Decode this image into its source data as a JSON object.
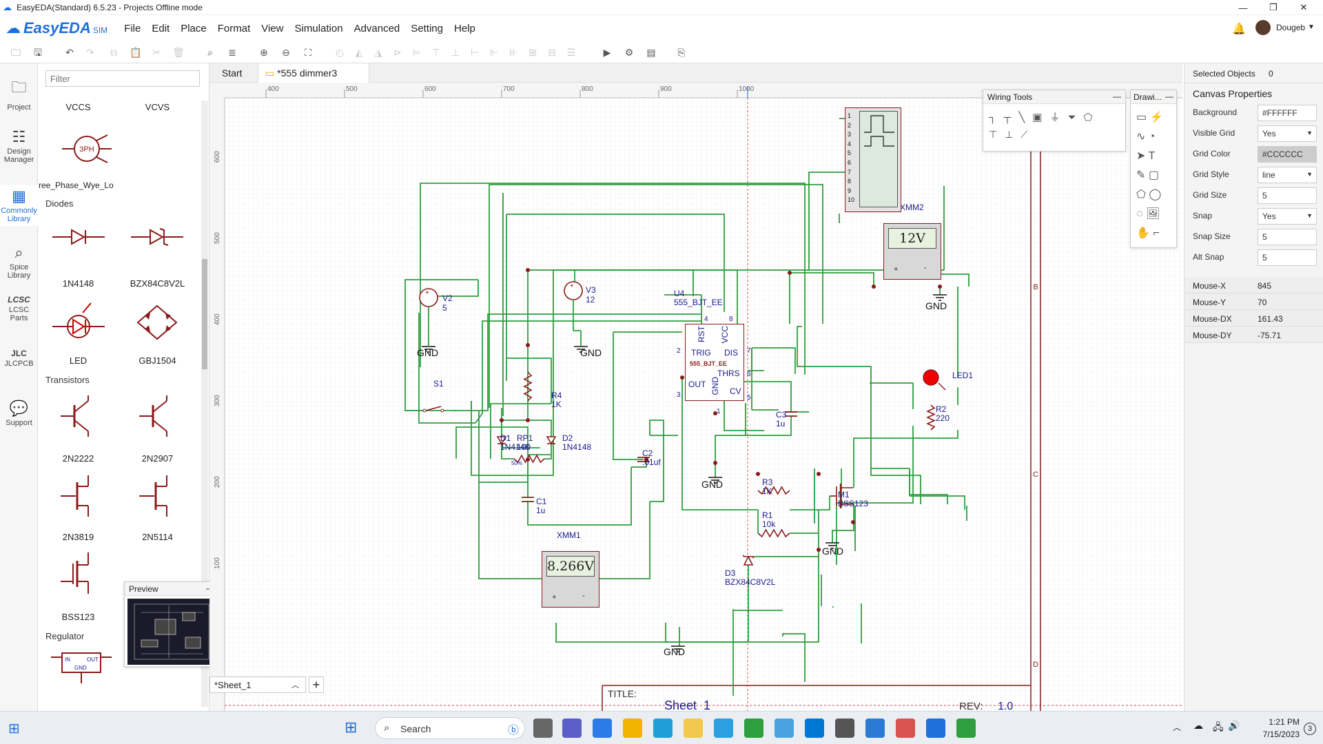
{
  "window": {
    "title": "EasyEDA(Standard) 6.5.23 - Projects Offline mode"
  },
  "app": {
    "logo": "EasyEDA",
    "logo_sub": "SIM"
  },
  "menu": [
    "File",
    "Edit",
    "Place",
    "Format",
    "View",
    "Simulation",
    "Advanced",
    "Setting",
    "Help"
  ],
  "user": {
    "name": "Dougeb"
  },
  "leftrail": [
    {
      "label": "Project",
      "icon": "folder-icon"
    },
    {
      "label": "Design Manager",
      "icon": "list-icon"
    },
    {
      "label": "Commonly Library",
      "icon": "library-icon"
    },
    {
      "label": "Spice Library",
      "icon": "search-icon"
    },
    {
      "label": "LCSC Parts",
      "icon": "lcsc-icon"
    },
    {
      "label": "JLCPCB",
      "icon": "jlc-icon"
    },
    {
      "label": "Support",
      "icon": "support-icon"
    }
  ],
  "library": {
    "filter_placeholder": "Filter",
    "top_labels": [
      "VCCS",
      "VCVS"
    ],
    "threephase_label": "ree_Phase_Wye_Lo",
    "sections": {
      "diodes": "Diodes",
      "transistors": "Transistors",
      "regulator": "Regulator"
    },
    "diodes": [
      "1N4148",
      "BZX84C8V2L",
      "LED",
      "GBJ1504"
    ],
    "transistors": [
      "2N2222",
      "2N2907",
      "2N3819",
      "2N5114",
      "BSS123"
    ],
    "preview_title": "Preview"
  },
  "tabs": {
    "start": "Start",
    "doc": "*555 dimmer3",
    "sheet": "*Sheet_1"
  },
  "ruler": {
    "top": [
      "400",
      "500",
      "600",
      "700",
      "800",
      "900",
      "1000"
    ],
    "left": [
      "600",
      "500",
      "400",
      "300",
      "200",
      "100"
    ]
  },
  "wiring_tools": {
    "title": "Wiring Tools"
  },
  "drawing_tools": {
    "title": "Drawi..."
  },
  "schematic": {
    "v2": {
      "name": "V2",
      "value": "5"
    },
    "v3": {
      "name": "V3",
      "value": "12"
    },
    "s1": "S1",
    "gnd": "GND",
    "u4": {
      "name": "U4",
      "part": "555_BJT_EE",
      "pins": {
        "rst": "RST",
        "vcc": "VCC",
        "trig": "TRIG",
        "dis": "DIS",
        "thrs": "THRS",
        "out": "OUT",
        "gnd": "GND",
        "cv": "CV"
      },
      "nums": [
        "4",
        "8",
        "2",
        "7",
        "6",
        "3",
        "1",
        "5"
      ]
    },
    "r4": {
      "name": "R4",
      "value": "1K"
    },
    "d1": {
      "name": "D1",
      "value": "1N4148"
    },
    "rp1": {
      "name": "RP1",
      "value": "100",
      "pct": "50%"
    },
    "d2": {
      "name": "D2",
      "value": "1N4148"
    },
    "c1": {
      "name": "C1",
      "value": "1u"
    },
    "c2": {
      "name": "C2",
      "value": ".01uf"
    },
    "c3": {
      "name": "C3",
      "value": "1u"
    },
    "r3": {
      "name": "R3",
      "value": "1K"
    },
    "r1": {
      "name": "R1",
      "value": "10k"
    },
    "m1": {
      "name": "M1",
      "value": "BSS123"
    },
    "d3": {
      "name": "D3",
      "value": "BZX84C8V2L"
    },
    "r2": {
      "name": "R2",
      "value": "220"
    },
    "led1": "LED1",
    "xmm1": {
      "name": "XMM1",
      "reading": "8.266V"
    },
    "xmm2": {
      "name": "XMM2",
      "reading": "12V",
      "pins": [
        "1",
        "2",
        "3",
        "4",
        "5",
        "6",
        "7",
        "8",
        "9",
        "10"
      ]
    },
    "frame_rows": [
      "B",
      "C",
      "D"
    ],
    "title_label": "TITLE:",
    "title_value": "Sheet_1",
    "rev_label": "REV:",
    "rev_value": "1.0"
  },
  "selected": {
    "label": "Selected Objects",
    "count": "0"
  },
  "canvas_props": {
    "title": "Canvas Properties",
    "rows": [
      {
        "label": "Background",
        "value": "#FFFFFF"
      },
      {
        "label": "Visible Grid",
        "value": "Yes"
      },
      {
        "label": "Grid Color",
        "value": "#CCCCCC"
      },
      {
        "label": "Grid Style",
        "value": "line"
      },
      {
        "label": "Grid Size",
        "value": "5"
      },
      {
        "label": "Snap",
        "value": "Yes"
      },
      {
        "label": "Snap Size",
        "value": "5"
      },
      {
        "label": "Alt Snap",
        "value": "5"
      }
    ],
    "mouse": [
      {
        "label": "Mouse-X",
        "value": "845"
      },
      {
        "label": "Mouse-Y",
        "value": "70"
      },
      {
        "label": "Mouse-DX",
        "value": "161.43"
      },
      {
        "label": "Mouse-DY",
        "value": "-75.71"
      }
    ]
  },
  "taskbar": {
    "search": "Search",
    "time": "1:21 PM",
    "date": "7/15/2023",
    "badge": "3"
  },
  "colors": {
    "wire": "#2e9e3e",
    "symbol": "#8b1a1a",
    "label": "#1a1a8c",
    "grid": "#e6e6e6"
  }
}
